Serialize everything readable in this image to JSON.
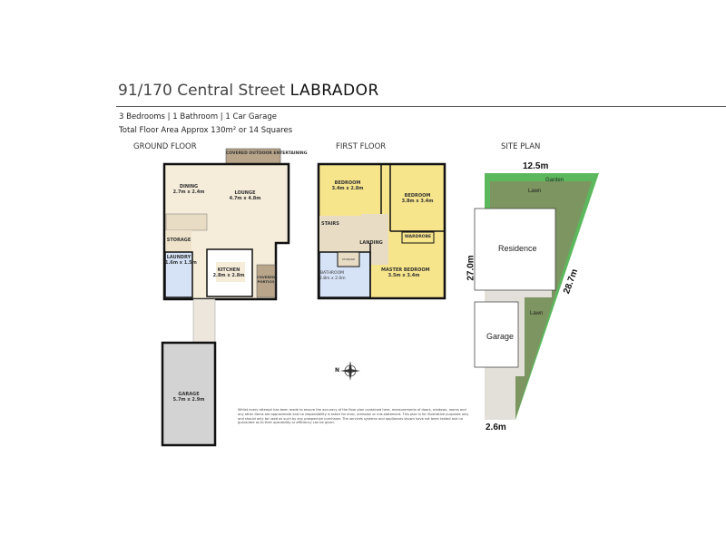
{
  "title": {
    "address": "91/170 Central Street",
    "suburb": "LABRADOR"
  },
  "features": "3 Bedrooms | 1 Bathroom | 1 Car Garage",
  "floor_area": "Total Floor Area Approx 130m² or 14 Squares",
  "sections": {
    "ground": "GROUND FLOOR",
    "first": "FIRST FLOOR",
    "site": "SITE PLAN"
  },
  "ground_floor": {
    "covered_outdoor": "COVERED OUTDOOR ENTERTAINING",
    "dining": {
      "name": "DINING",
      "size": "2.7m x 2.4m"
    },
    "lounge": {
      "name": "LOUNGE",
      "size": "4.7m x 4.8m"
    },
    "storage": "STORAGE",
    "laundry": {
      "name": "LAUNDRY",
      "size": "1.6m x 1.5m"
    },
    "kitchen": {
      "name": "KITCHEN",
      "size": "2.8m x 2.8m"
    },
    "portico": "COVERED PORTICO",
    "garage": {
      "name": "GARAGE",
      "size": "5.7m x 2.9m"
    }
  },
  "first_floor": {
    "bedroom1": {
      "name": "BEDROOM",
      "size": "3.4m x 2.8m"
    },
    "bedroom2": {
      "name": "BEDROOM",
      "size": "3.8m x 3.4m"
    },
    "stairs": "STAIRS",
    "landing": "LANDING",
    "wardrobe": "WARDROBE",
    "storage": "STORAGE",
    "bathroom": {
      "name": "BATHROOM",
      "size": "2.8m x 2.0m"
    },
    "master": {
      "name": "MASTER BEDROOM",
      "size": "3.5m x 3.4m"
    }
  },
  "site_plan": {
    "top": "12.5m",
    "left": "27.0m",
    "diagonal": "28.7m",
    "bottom": "2.6m",
    "garden": "Garden",
    "lawn": "Lawn",
    "residence": "Residence",
    "garage": "Garage"
  },
  "compass": "N",
  "disclaimer": "Whilst every attempt has been made to ensure the accuracy of the floor plan contained here, measurements of doors, windows, rooms and any other items are approximate and no responsibility is taken for error, omission or mis-statement. This plan is for illustrative purposes only and should only be used as such by any prospective purchaser. The services systems and appliances shown have not been tested and no guarantee as to their operability or efficiency can be given.",
  "colors": {
    "cream": "#f5ecd9",
    "yellow": "#f7e58c",
    "blue": "#d6e3f7",
    "grey": "#d3d3d3",
    "tan": "#b8a58a",
    "green": "#5cb85c",
    "lawn": "#7d9560",
    "path": "#e3e0da"
  }
}
